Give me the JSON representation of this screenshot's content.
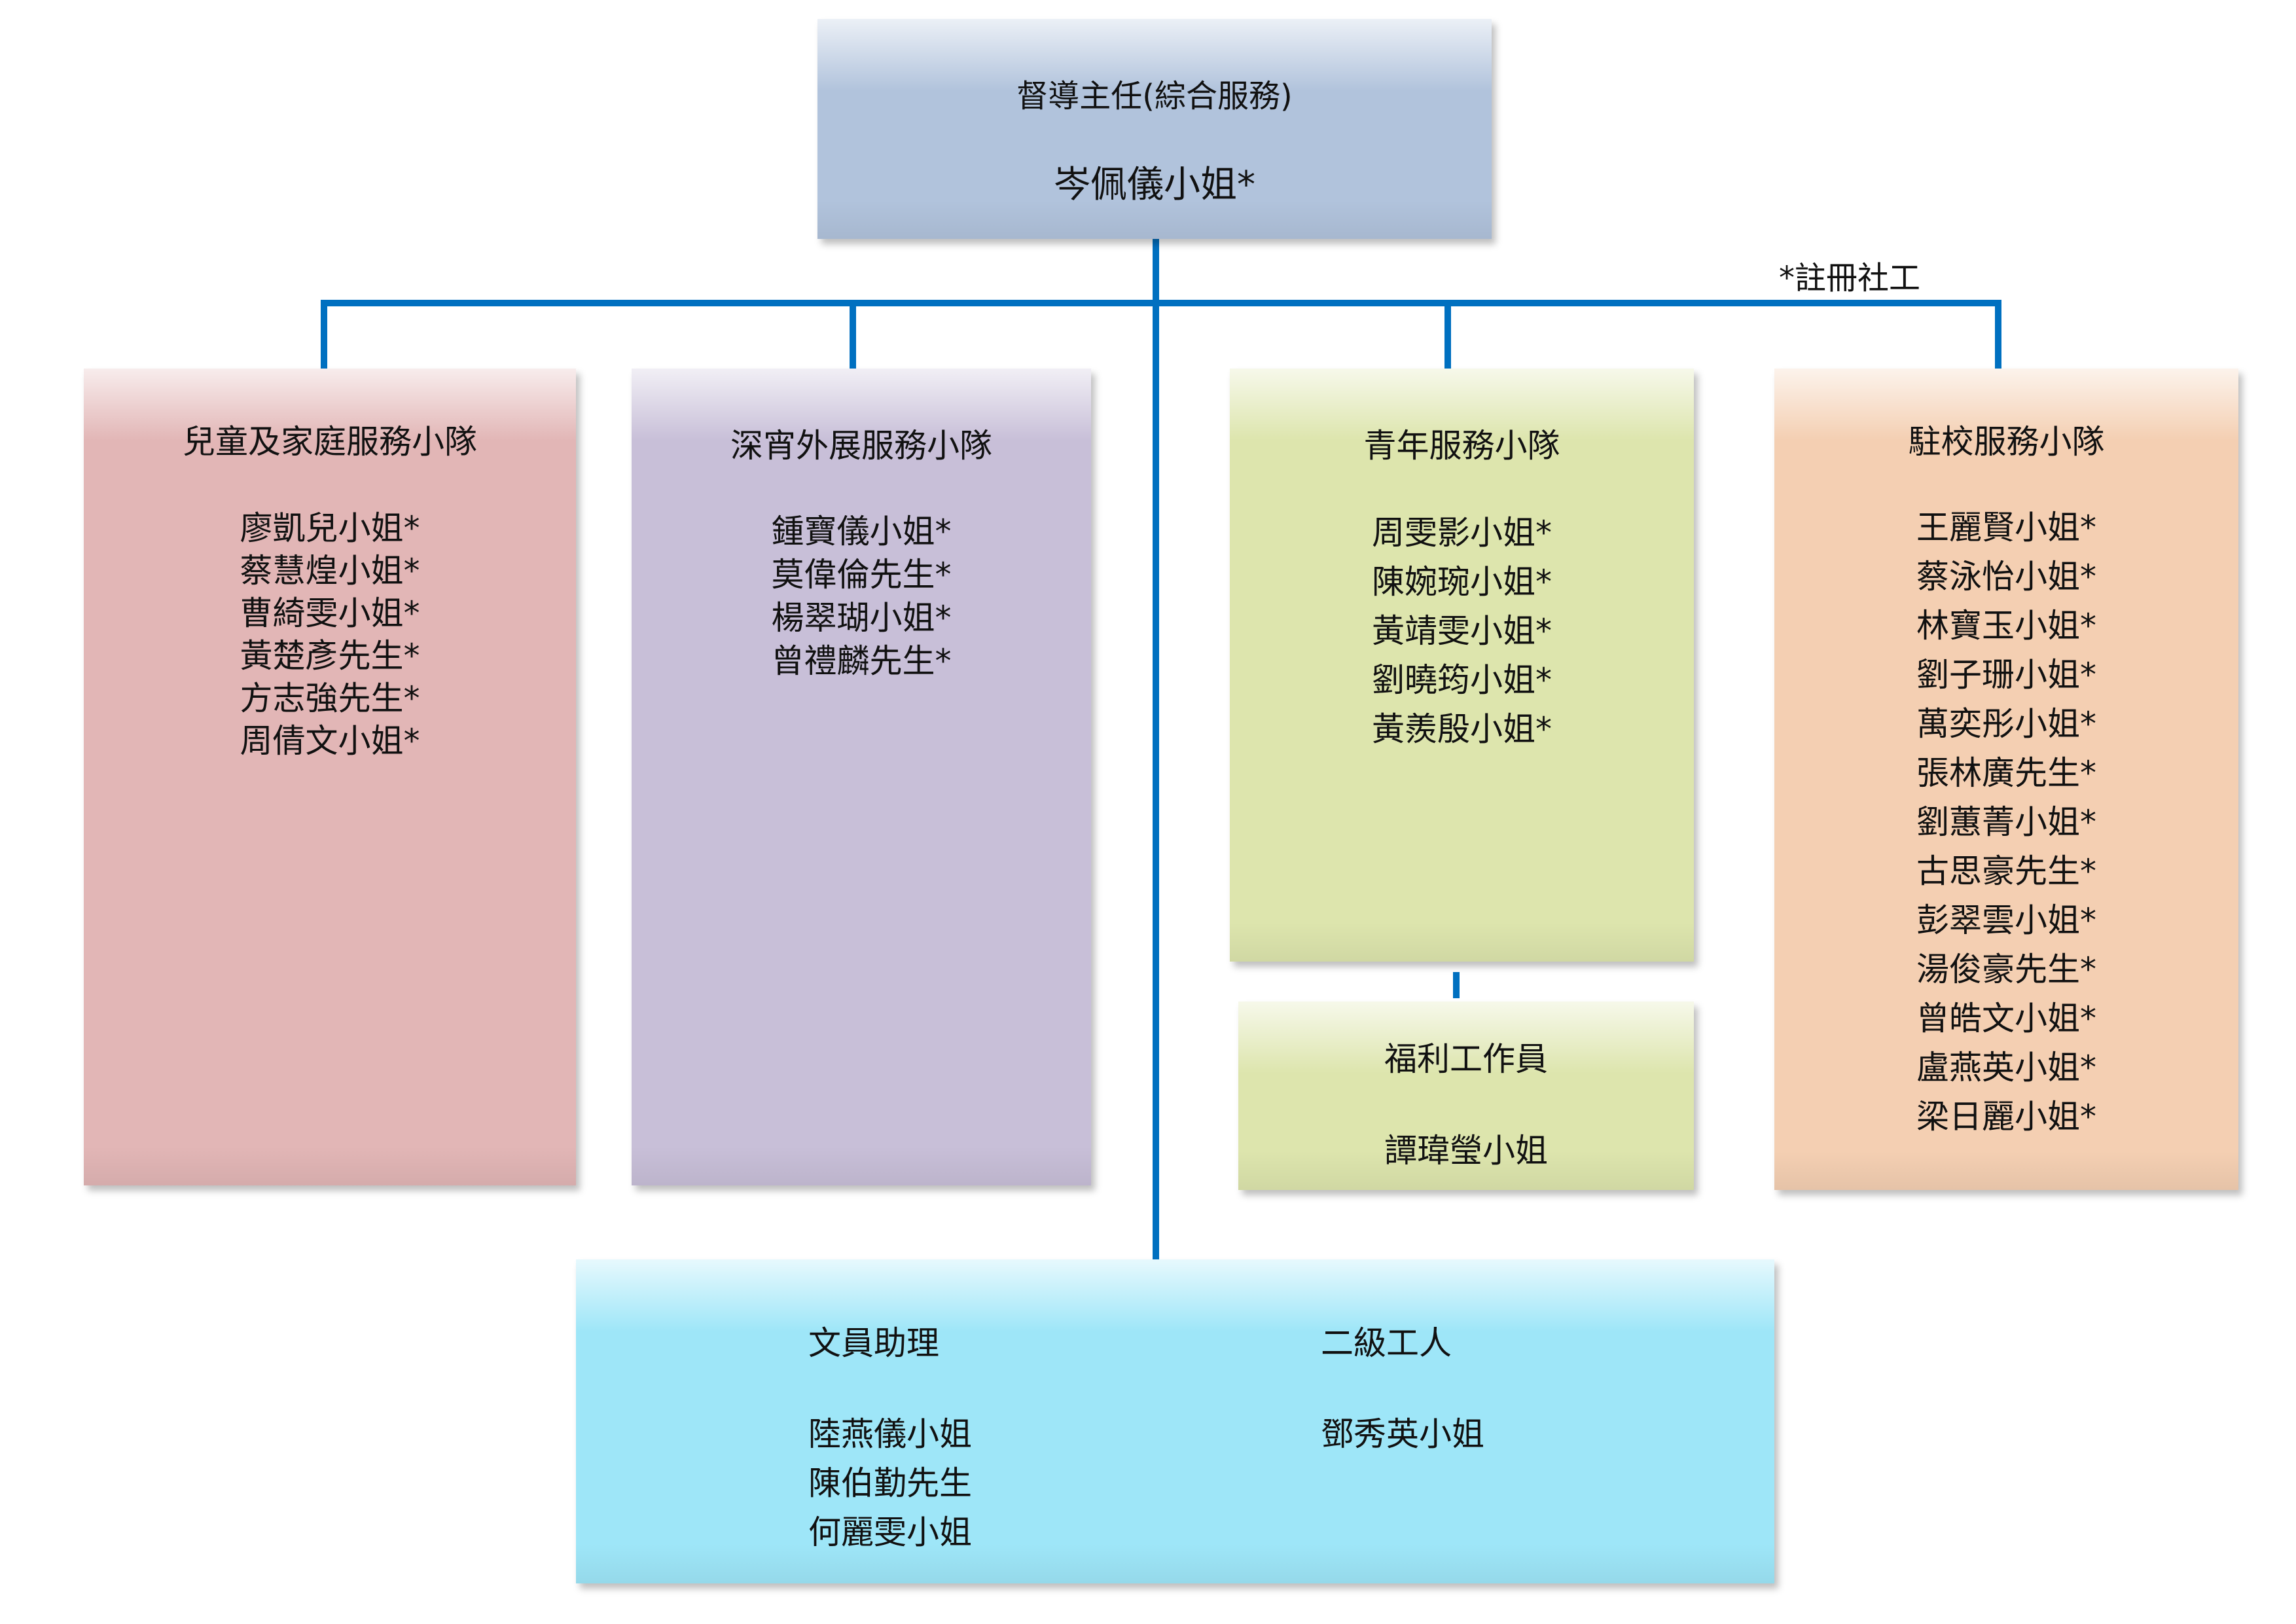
{
  "note": "*註冊社工",
  "supervisor": {
    "title": "督導主任(綜合服務)",
    "name": "岑佩儀小姐*"
  },
  "teams": [
    {
      "title": "兒童及家庭服務小隊",
      "members": [
        "廖凱兒小姐*",
        "蔡慧煌小姐*",
        "曹綺雯小姐*",
        "黃楚彥先生*",
        "方志強先生*",
        "周倩文小姐*"
      ]
    },
    {
      "title": "深宵外展服務小隊",
      "members": [
        "鍾寶儀小姐*",
        "莫偉倫先生*",
        "楊翠瑚小姐*",
        "曾禮麟先生*"
      ]
    },
    {
      "title": "青年服務小隊",
      "members": [
        "周雯影小姐*",
        "陳婉琬小姐*",
        "黃靖雯小姐*",
        "劉曉筠小姐*",
        "黃羨殷小姐*"
      ]
    },
    {
      "title": "駐校服務小隊",
      "members": [
        "王麗賢小姐*",
        "蔡泳怡小姐*",
        "林寶玉小姐*",
        "劉子珊小姐*",
        "萬奕彤小姐*",
        "張林廣先生*",
        "劉蕙菁小姐*",
        "古思豪先生*",
        "彭翠雲小姐*",
        "湯俊豪先生*",
        "曾皓文小姐*",
        "盧燕英小姐*",
        "梁日麗小姐*"
      ]
    }
  ],
  "welfare": {
    "title": "福利工作員",
    "name": "譚瑋瑩小姐"
  },
  "support": {
    "clerk": {
      "title": "文員助理",
      "members": [
        "陸燕儀小姐",
        "陳伯勤先生",
        "何麗雯小姐"
      ]
    },
    "worker": {
      "title": "二級工人",
      "members": [
        "鄧秀英小姐"
      ]
    }
  },
  "colors": {
    "connector": "#0070c0",
    "supervisor": "#b1c3dc",
    "pink": "#e2b6b6",
    "purple": "#c8bfd8",
    "green": "#dde5ad",
    "orange": "#f4cfb2",
    "cyan": "#9ee6f8"
  }
}
